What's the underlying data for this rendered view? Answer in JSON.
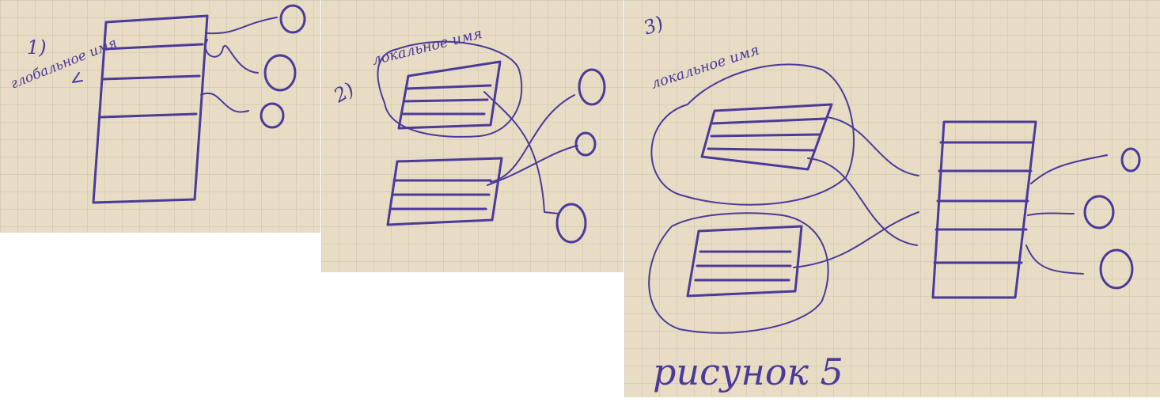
{
  "panels": [
    {
      "label": "1)",
      "caption": "глобальное имя"
    },
    {
      "label": "2)",
      "caption": "локальное имя"
    },
    {
      "label": "3)",
      "caption": "локальное имя"
    }
  ],
  "figure_caption": "рисунок 5",
  "colors": {
    "paper": "#e8dcc4",
    "grid": "#c9c2b2",
    "ink": "#4b3a9a"
  }
}
